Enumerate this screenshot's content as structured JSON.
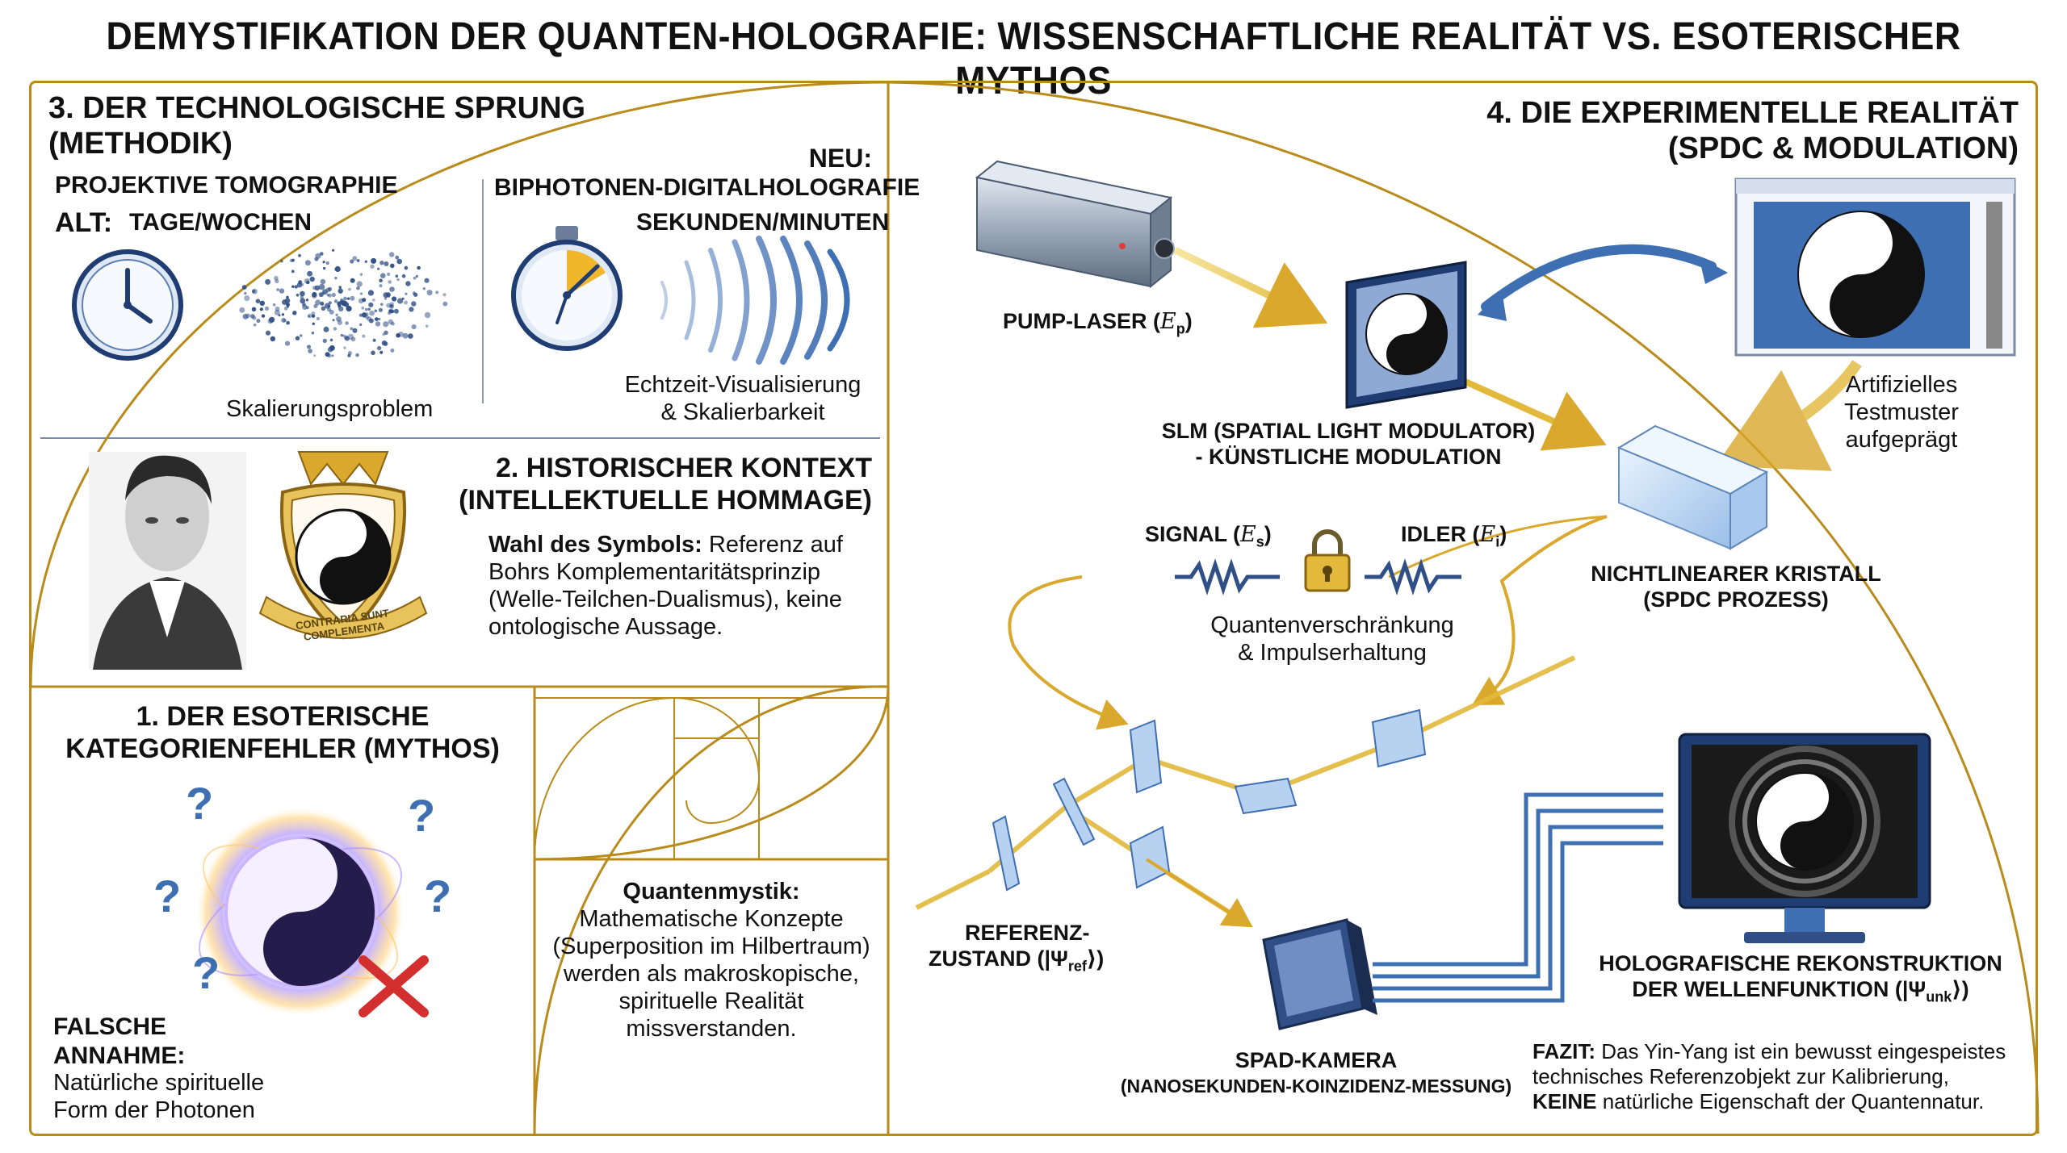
{
  "page": {
    "title": "DEMYSTIFIKATION DER QUANTEN-HOLOGRAFIE: WISSENSCHAFTLICHE REALITÄT VS. ESOTERISCHER MYTHOS"
  },
  "section3": {
    "heading_line1": "3. DER TECHNOLOGISCHE SPRUNG",
    "heading_line2": "(METHODIK)",
    "old_method": "PROJEKTIVE TOMOGRAPHIE",
    "old_tag": "ALT:",
    "old_time": "TAGE/WOCHEN",
    "old_caption": "Skalierungsproblem",
    "new_tag": "NEU:",
    "new_method": "BIPHOTONEN-DIGITALHOLOGRAFIE",
    "new_time": "SEKUNDEN/MINUTEN",
    "new_caption_line1": "Echtzeit-Visualisierung",
    "new_caption_line2": "& Skalierbarkeit"
  },
  "section2": {
    "heading_line1": "2. HISTORISCHER KONTEXT",
    "heading_line2": "(INTELLEKTUELLE HOMMAGE)",
    "symbol_label": "Wahl des Symbols:",
    "text_line1": " Referenz auf",
    "text_line2": "Bohrs Komplementaritätsprinzip",
    "text_line3": "(Welle-Teilchen-Dualismus), keine",
    "text_line4": "ontologische Aussage.",
    "crest_motto": "CONTRARIA SUNT COMPLEMENTA"
  },
  "section1": {
    "heading_line1": "1. DER ESOTERISCHE",
    "heading_line2": "KATEGORIENFEHLER (MYTHOS)",
    "false_line1": "FALSCHE",
    "false_line2": "ANNAHME:",
    "false_text_line1": "Natürliche spirituelle",
    "false_text_line2": "Form der Photonen",
    "mystic_label": "Quantenmystik:",
    "mystic_line1": "Mathematische Konzepte",
    "mystic_line2": "(Superposition im Hilbertraum)",
    "mystic_line3": "werden als makroskopische,",
    "mystic_line4": "spirituelle Realität",
    "mystic_line5": "missverstanden."
  },
  "section4": {
    "heading_line1": "4. DIE EXPERIMENTELLE REALITÄT",
    "heading_line2": "(SPDC & MODULATION)",
    "pump_label": "PUMP-LASER (",
    "pump_symbol": "E",
    "pump_sub": "p",
    "slm_line1": "SLM (SPATIAL LIGHT MODULATOR)",
    "slm_line2": "- KÜNSTLICHE MODULATION",
    "artificial_line1": "Artifizielles",
    "artificial_line2": "Testmuster",
    "artificial_line3": "aufgeprägt",
    "signal_label": "SIGNAL (",
    "signal_symbol": "E",
    "signal_sub": "s",
    "idler_label": "IDLER (",
    "idler_symbol": "E",
    "idler_sub": "i",
    "entangle_line1": "Quantenverschränkung",
    "entangle_line2": "& Impulserhaltung",
    "crystal_line1": "NICHTLINEARER KRISTALL",
    "crystal_line2": "(SPDC PROZESS)",
    "ref_line1": "REFERENZ-",
    "ref_line2": "ZUSTAND (|Ψ",
    "ref_sub": "ref",
    "camera_line1": "SPAD-KAMERA",
    "camera_line2": "(NANOSEKUNDEN-KOINZIDENZ-MESSUNG)",
    "holo_line1": "HOLOGRAFISCHE REKONSTRUKTION",
    "holo_line2": "DER WELLENFUNKTION (|Ψ",
    "holo_sub": "unk",
    "fazit_label": "FAZIT:",
    "fazit_line1": " Das Yin-Yang ist ein bewusst eingespeistes",
    "fazit_line2": "technisches Referenzobjekt zur Kalibrierung,",
    "fazit_keine": "KEINE",
    "fazit_line3": " natürliche Eigenschaft der Quantennatur."
  },
  "colors": {
    "gold": "#b98b1a",
    "beam": "#e2b93b",
    "blue": "#3f6fb3",
    "navy": "#1f3d72"
  }
}
